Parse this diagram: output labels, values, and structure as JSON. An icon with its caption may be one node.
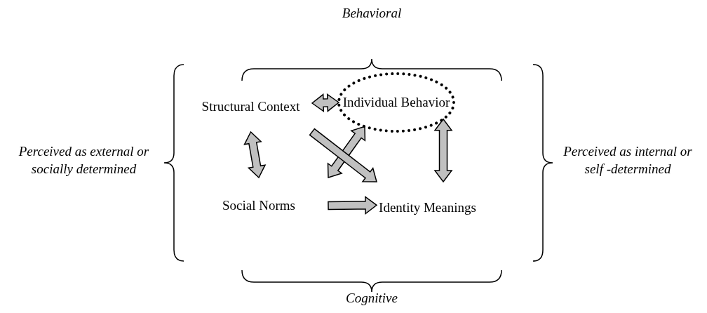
{
  "diagram": {
    "nodes": [
      {
        "text": [
          "Structural Context"
        ]
      },
      {
        "text": [
          "Individual Behavior"
        ]
      },
      {
        "text": [
          "Social Norms"
        ]
      },
      {
        "text": [
          "Identity Meanings"
        ]
      }
    ],
    "edges": [
      {
        "from": 0,
        "to": 1,
        "arrow": "both"
      },
      {
        "from": 0,
        "to": 2,
        "arrow": "both"
      },
      {
        "from": 2,
        "to": 1,
        "arrow": "both"
      },
      {
        "from": 0,
        "to": 3,
        "arrow": "to"
      },
      {
        "from": 1,
        "to": 3,
        "arrow": "both"
      },
      {
        "from": 2,
        "to": 3,
        "arrow": "to"
      }
    ],
    "labels": [
      "Behavioral",
      "Perceived as external or socially determined",
      "Perceived as internal or self -determined",
      "Cognitive"
    ]
  }
}
